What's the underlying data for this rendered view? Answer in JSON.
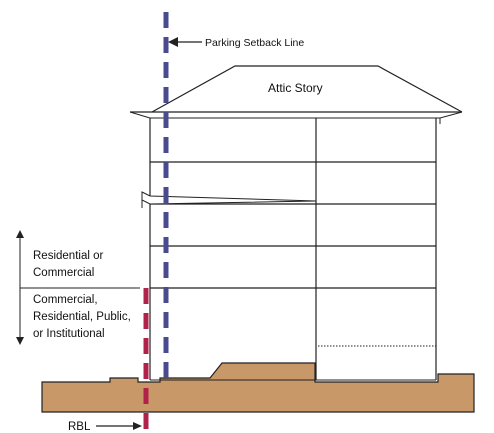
{
  "labels": {
    "parking_setback": "Parking Setback Line",
    "attic_story": "Attic Story",
    "upper_use": [
      "Residential or",
      "Commercial"
    ],
    "lower_use": [
      "Commercial,",
      "Residential, Public,",
      "or Institutional"
    ],
    "rbl": "RBL"
  },
  "colors": {
    "parking_setback_line": "#4a4a8f",
    "rbl_line": "#b0224a",
    "ground": "#c89868",
    "outline": "#222222"
  }
}
